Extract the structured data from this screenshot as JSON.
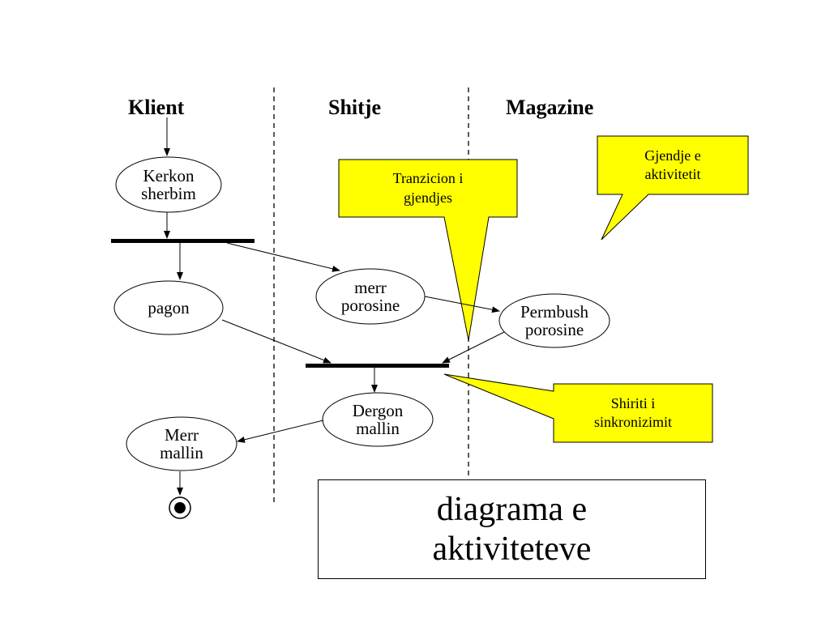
{
  "lanes": {
    "klient": "Klient",
    "shitje": "Shitje",
    "magazine": "Magazine"
  },
  "activities": {
    "kerkon_sherbim": [
      "Kerkon",
      "sherbim"
    ],
    "pagon": [
      "pagon"
    ],
    "merr_porosine": [
      "merr",
      "porosine"
    ],
    "permbush_porosine": [
      "Permbush",
      "porosine"
    ],
    "dergon_mallin": [
      "Dergon",
      "mallin"
    ],
    "merr_mallin": [
      "Merr",
      "mallin"
    ]
  },
  "callouts": {
    "gjendje_aktivitetit": [
      "Gjendje e",
      "aktivitetit"
    ],
    "tranzicion_gjendjes": [
      "Tranzicion i",
      "gjendjes"
    ],
    "shiriti_sinkronizimit": [
      "Shiriti i",
      "sinkronizimit"
    ]
  },
  "title": [
    "diagrama e",
    "aktiviteteve"
  ],
  "colors": {
    "callout_fill": "#ffff00",
    "line": "#000000",
    "background": "#ffffff"
  }
}
